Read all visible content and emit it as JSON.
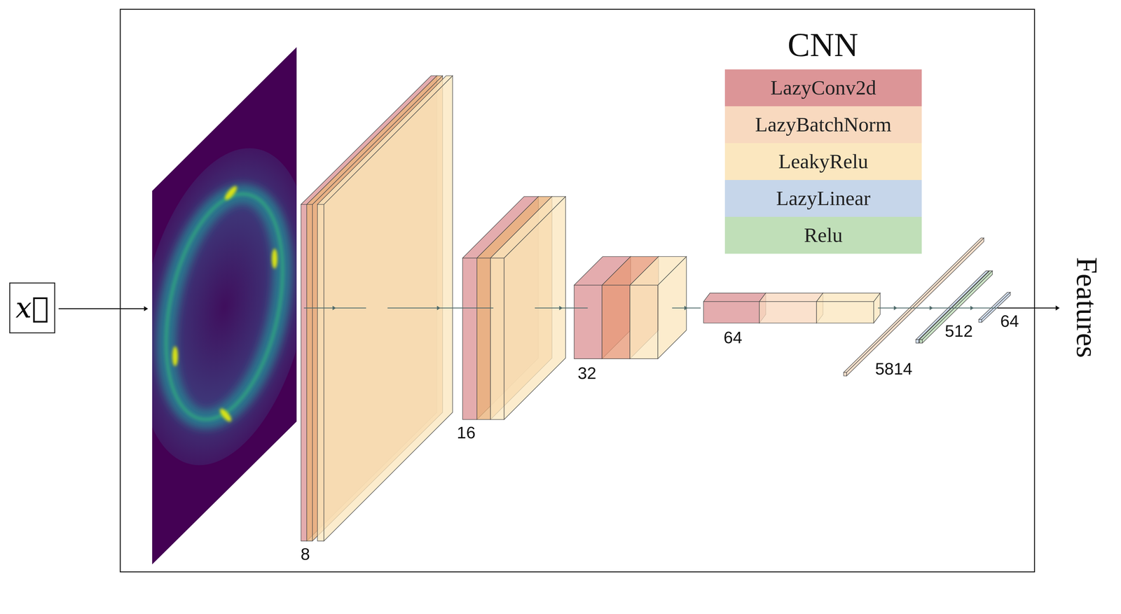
{
  "diagram": {
    "title": "CNN",
    "nodes": [
      {
        "text": [
          "x⃗"
        ]
      }
    ],
    "labels": [
      "8",
      "16",
      "32",
      "64",
      "5814",
      "512",
      "64",
      "Features"
    ],
    "legend": [
      {
        "text": "LazyConv2d",
        "color": "#dc9597"
      },
      {
        "text": "LazyBatchNorm",
        "color": "#f8d9bf"
      },
      {
        "text": "LeakyRelu",
        "color": "#fbe7bf"
      },
      {
        "text": "LazyLinear",
        "color": "#c6d6ea"
      },
      {
        "text": "Relu",
        "color": "#c0dfb8"
      }
    ]
  }
}
